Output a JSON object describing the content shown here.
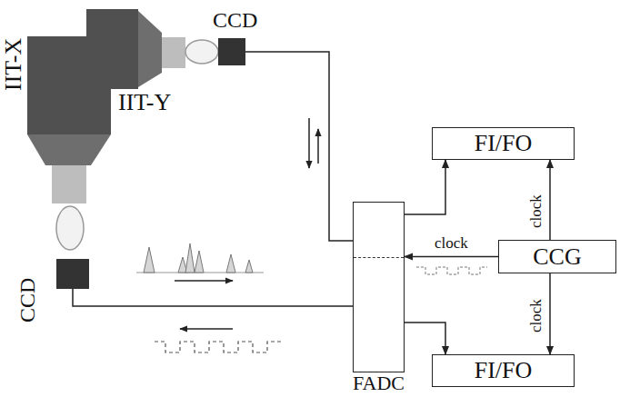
{
  "diagram": {
    "nodes": [
      {
        "text": [
          "CCD"
        ]
      },
      {
        "text": [
          "CCD"
        ]
      },
      {
        "text": [
          "FADC"
        ]
      },
      {
        "text": [
          "FI/FO"
        ]
      },
      {
        "text": [
          "CCG"
        ]
      },
      {
        "text": [
          "FI/FO"
        ]
      }
    ],
    "edges": [
      {
        "from": 0,
        "to": 2,
        "arrow": "none"
      },
      {
        "from": 2,
        "to": 1,
        "arrow": "none"
      },
      {
        "from": 2,
        "to": 3,
        "arrow": "to"
      },
      {
        "from": 4,
        "to": 3,
        "label": "clock",
        "arrow": "to"
      },
      {
        "from": 4,
        "to": 2,
        "label": "clock",
        "arrow": "to"
      },
      {
        "from": 4,
        "to": 5,
        "label": "clock",
        "arrow": "to"
      },
      {
        "from": 2,
        "to": 5,
        "arrow": "to"
      }
    ],
    "labels": [
      "IIT-Y",
      "IIT-X"
    ]
  }
}
